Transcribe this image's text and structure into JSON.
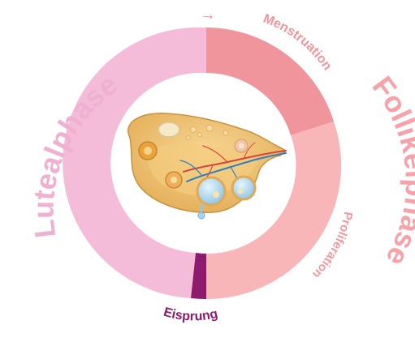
{
  "labels": {
    "lutealphase": "Lutealphase",
    "follikelphase": "Follikelphase",
    "menstruation": "Menstruation",
    "proliferation": "Proliferation",
    "eisprung": "Eisprung",
    "arrow": "→"
  },
  "colors": {
    "lutealphase": "#f4bcd8",
    "menstruation": "#f0959b",
    "proliferation": "#f8b6b8",
    "eisprung": "#8e1b6e",
    "lutealphase_text": "#f0b0d1",
    "follikelphase_text": "#f6a2a8",
    "menstruation_text": "#f0959b",
    "proliferation_text": "#f2999e",
    "eisprung_text": "#8e1b6e",
    "ovary_body": "#f2c572",
    "ovary_cortex": "#e8b45a",
    "ovary_rim": "#d79a3e",
    "follicle_fluid": "#a7d7ee",
    "vessel_red": "#d6453a",
    "vessel_blue": "#2f7fc1"
  }
}
